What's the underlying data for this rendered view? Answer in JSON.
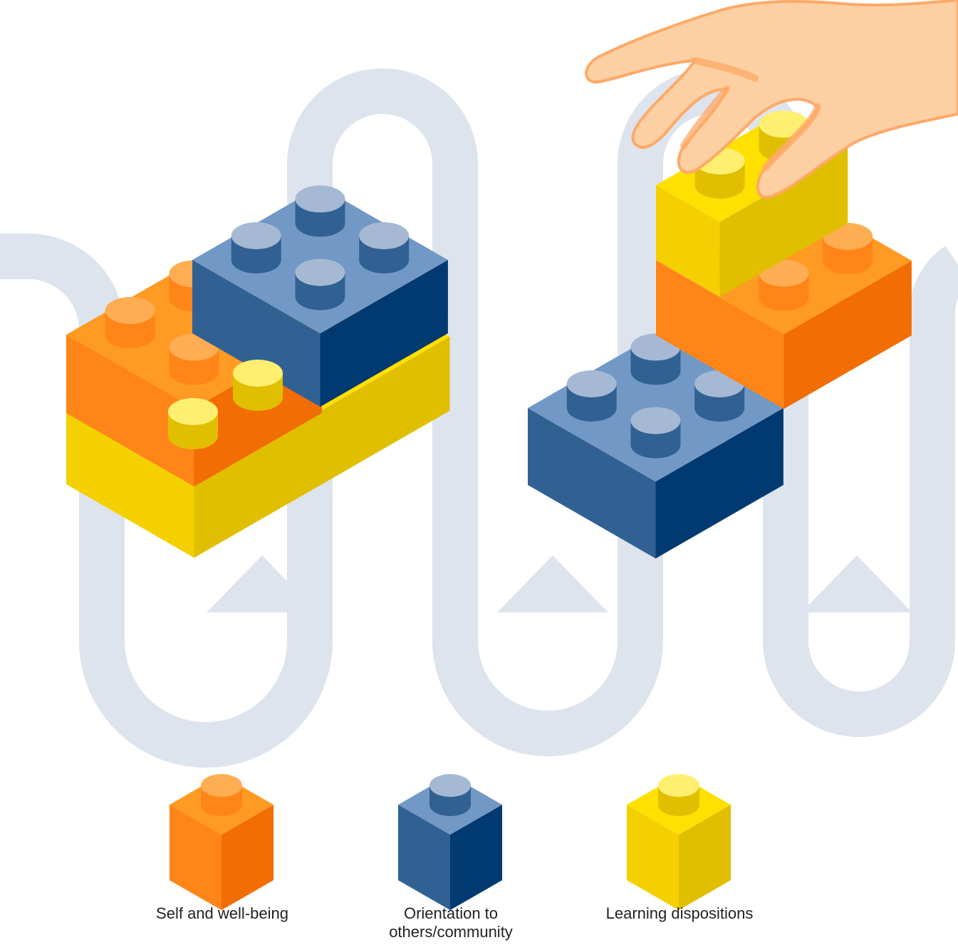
{
  "colors": {
    "path": "#dde4ed",
    "orange": {
      "top": "#ff9a22",
      "left": "#ff8519",
      "right": "#f26d04",
      "stud_top": "#ffad52",
      "stud_side": "#ff8519"
    },
    "blue": {
      "top": "#7298c5",
      "left": "#316193",
      "right": "#003a70",
      "stud_top": "#a6b9d4",
      "stud_side": "#316193"
    },
    "yellow": {
      "top": "#ffe000",
      "left": "#f4d000",
      "right": "#e0bf00",
      "stud_top": "#ffef70",
      "stud_side": "#e0bf00"
    },
    "skin": "#fdd0a3",
    "skin_shade": "#fea967"
  },
  "illustration": {
    "arrows": [
      "up-arrow-icon",
      "up-arrow-icon",
      "up-arrow-icon"
    ],
    "hand": "hand-icon"
  },
  "legend": [
    {
      "color": "orange",
      "label": "Self and well-being"
    },
    {
      "color": "blue",
      "label": "Orientation to\nothers/community"
    },
    {
      "color": "yellow",
      "label": "Learning dispositions"
    }
  ]
}
